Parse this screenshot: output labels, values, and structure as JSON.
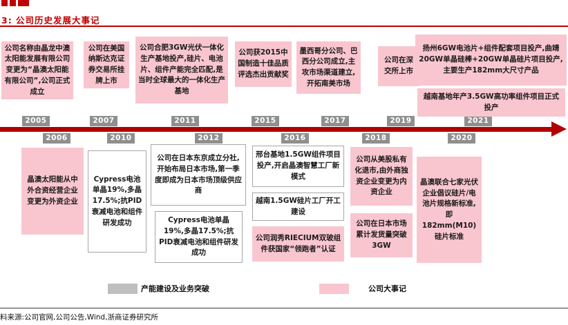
{
  "header": {
    "title": "3:  公司历史发展大事记"
  },
  "footer": {
    "source": "料来源:公司官网,公司公告,Wind,浙商证券研究所"
  },
  "legend": [
    {
      "label": "产能建设及业务突破",
      "type": "capacity",
      "color": "#BFBFBF"
    },
    {
      "label": "公司大事记",
      "type": "milestone",
      "color": "#F9C6D0"
    }
  ],
  "colors": {
    "accent_red": "#C00000",
    "axis_red": "#B20000",
    "milestone_pink": "#F9C6D0",
    "year_gray": "#8F8F8F",
    "capacity_gray": "#BFBFBF"
  },
  "timeline": {
    "years_top": [
      "2005",
      "2007",
      "2011",
      "2015",
      "2017",
      "2019",
      "2021"
    ],
    "years_bottom": [
      "2006",
      "2010",
      "2012",
      "2016",
      "2018",
      "2020"
    ],
    "events_above": [
      {
        "year": "2005",
        "category": "milestone",
        "text": "公司名称由晶龙中澳太阳能发展有限公司变更为“晶澳太阳能有限公司”,公司正式成立"
      },
      {
        "year": "2007",
        "category": "milestone",
        "text": "公司在美国纳斯达克证券交易所挂牌上市"
      },
      {
        "year": "2011",
        "category": "milestone",
        "text": "公司合肥3GW光伏一体化生产基地投产,硅片、电池片、组件产能完全匹配,是当时全球最大的一体化生产基地"
      },
      {
        "year": "2015",
        "category": "milestone",
        "text": "公司获2015中国制造十佳品质评选杰出贡献奖"
      },
      {
        "year": "2017",
        "category": "milestone",
        "text": "墨西哥分公司、巴西分公司成立,主攻市场渠道建立,开拓南美市场"
      },
      {
        "year": "2019",
        "category": "milestone",
        "text": "公司在深交所上市"
      },
      {
        "year": "2021",
        "category": "milestone",
        "text": "扬州6GW电池片+组件配套项目投产,曲靖20GW单晶硅棒+20GW单晶硅片项目投产,主要生产182mm大尺寸产品"
      },
      {
        "year": "2021",
        "category": "milestone",
        "text": "越南基地年产3.5GW高功率组件项目正式投产"
      }
    ],
    "events_below": [
      {
        "year": "2006",
        "category": "milestone",
        "text": "晶澳太阳能从中外合资经营企业变更为外资企业"
      },
      {
        "year": "2010",
        "category": "capacity",
        "text": "Cypress电池单晶19%,多晶17.5%;抗PID衰减电池和组件研发成功"
      },
      {
        "year": "2012",
        "category": "capacity",
        "text": "公司在日本东京成立分社,开始布局日本市场,第一季度即成为日本市场顶级供应商"
      },
      {
        "year": "2012",
        "category": "capacity",
        "text": "Cypress电池单晶19%,多晶17.5%;抗PID衰减电池和组件研发成功"
      },
      {
        "year": "2016",
        "category": "capacity",
        "text": "邢台基地1.5GW组件项目投产,开启晶澳智慧工厂新模式"
      },
      {
        "year": "2016",
        "category": "capacity",
        "text": "越南1.5GW硅片工厂开工建设"
      },
      {
        "year": "2016",
        "category": "milestone",
        "text": "公司润秀RIECIUM双玻组件获国家“领跑者”认证"
      },
      {
        "year": "2018",
        "category": "milestone",
        "text": "公司从美股私有化退市,由外商独资企业变更为内资企业"
      },
      {
        "year": "2018",
        "category": "milestone",
        "text": "公司在日本市场累计发货量突破3GW"
      },
      {
        "year": "2020",
        "category": "milestone",
        "text": "晶澳联合七家光伏企业倡议硅片/电池片规格新标准,即182mm(M10)硅片标准"
      }
    ]
  }
}
